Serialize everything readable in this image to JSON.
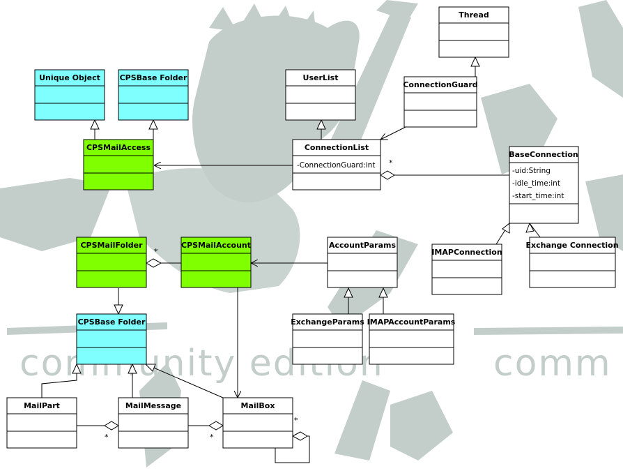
{
  "colors": {
    "cyan": "#80ffff",
    "green": "#80ff00",
    "white": "#ffffff",
    "watermark": "#c3ceca"
  },
  "watermark": {
    "text_left": "community edition",
    "text_right": "comm"
  },
  "classes": {
    "thread": {
      "name": "Thread"
    },
    "unique_object": {
      "name": "Unique Object"
    },
    "cps_base_folder_top": {
      "name": "CPSBase Folder"
    },
    "user_list": {
      "name": "UserList"
    },
    "connection_guard": {
      "name": "ConnectionGuard"
    },
    "cps_mail_access": {
      "name": "CPSMailAccess"
    },
    "connection_list": {
      "name": "ConnectionList",
      "attributes": [
        "-ConnectionGuard:int"
      ]
    },
    "base_connection": {
      "name": "BaseConnection",
      "attributes": [
        "-uid:String",
        "-idle_time:int",
        "-start_time:int"
      ]
    },
    "cps_mail_folder": {
      "name": "CPSMailFolder"
    },
    "cps_mail_account": {
      "name": "CPSMailAccount"
    },
    "account_params": {
      "name": "AccountParams"
    },
    "imap_connection": {
      "name": "IMAPConnection"
    },
    "exchange_connection": {
      "name": "Exchange Connection"
    },
    "cps_base_folder_mid": {
      "name": "CPSBase Folder"
    },
    "exchange_params": {
      "name": "ExchangeParams"
    },
    "imap_account_params": {
      "name": "IMAPAccountParams"
    },
    "mail_part": {
      "name": "MailPart"
    },
    "mail_message": {
      "name": "MailMessage"
    },
    "mail_box": {
      "name": "MailBox"
    }
  },
  "multiplicities": {
    "conn_list_base": "*",
    "folder_account": "*",
    "part_message": "*",
    "message_box": "*",
    "box_self": "*"
  }
}
